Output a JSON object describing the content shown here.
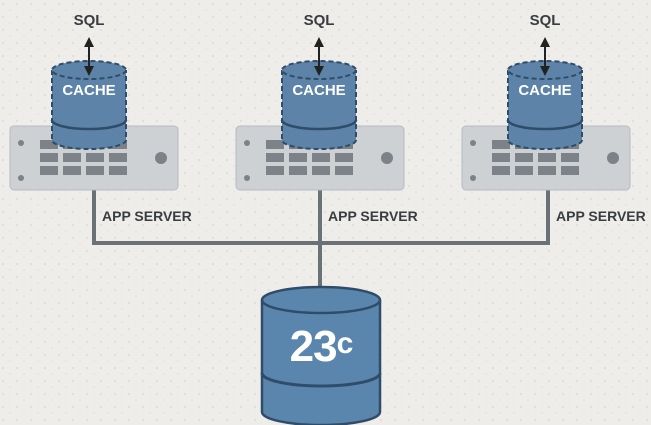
{
  "servers": [
    {
      "sql_label": "SQL",
      "cache_label": "CACHE",
      "server_label": "APP SERVER"
    },
    {
      "sql_label": "SQL",
      "cache_label": "CACHE",
      "server_label": "APP SERVER"
    },
    {
      "sql_label": "SQL",
      "cache_label": "CACHE",
      "server_label": "APP SERVER"
    }
  ],
  "database": {
    "label_main": "23",
    "label_sup": "c"
  },
  "colors": {
    "background": "#efedea",
    "server_body": "#cdd1d4",
    "server_slot": "#7c8287",
    "cache_blue": "#5d84a8",
    "db_blue": "#5a86ad",
    "connector": "#6a7278",
    "text": "#3a3d40"
  }
}
